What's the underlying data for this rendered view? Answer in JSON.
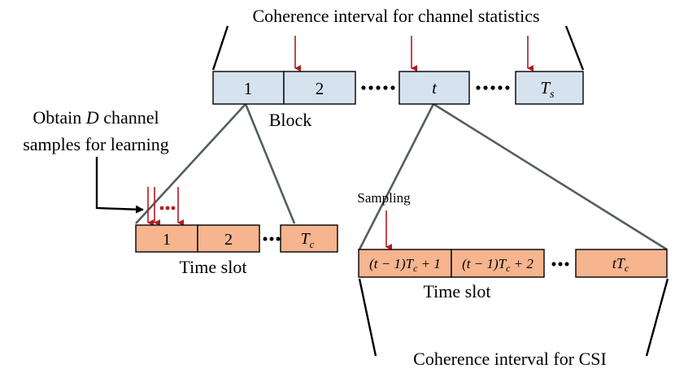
{
  "labels": {
    "stats_interval": "Coherence interval for channel statistics",
    "block": "Block",
    "obtain_prefix": "Obtain ",
    "obtain_d": "D",
    "obtain_suffix": " channel",
    "obtain_line2": "samples for learning",
    "sampling": "Sampling",
    "time_slot_left": "Time slot",
    "time_slot_right": "Time slot",
    "csi_interval": "Coherence interval for CSI"
  },
  "blocks": {
    "b1": "1",
    "b2": "2",
    "bt": "t",
    "bTs_main": "T",
    "bTs_sub": "s"
  },
  "left_slots": {
    "s1": "1",
    "s2": "2",
    "sTc_main": "T",
    "sTc_sub": "c"
  },
  "right_slots": {
    "r1": "(t − 1)T",
    "r1_sub": "c",
    "r1_tail": " + 1",
    "r2": "(t − 1)T",
    "r2_sub": "c",
    "r2_tail": " + 2",
    "r3_main": "tT",
    "r3_sub": "c"
  },
  "colors": {
    "block_fill": "#d6e2ee",
    "slot_fill": "#f6b48f",
    "arrow_red": "#b3191e",
    "fan_gray": "#555f5c"
  }
}
